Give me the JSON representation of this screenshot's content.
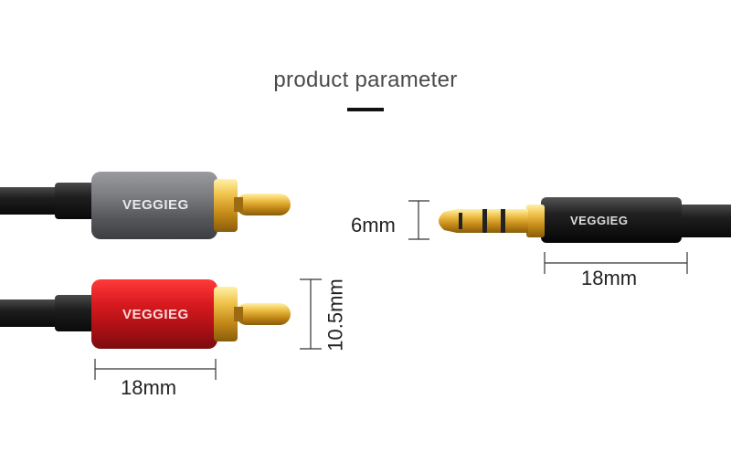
{
  "header": {
    "title": "product parameter"
  },
  "brand": {
    "logo_text": "VEGGIEG"
  },
  "dimensions": {
    "rca_length": "18mm",
    "rca_diameter": "10.5mm",
    "jack_diameter": "6mm",
    "jack_length": "18mm"
  },
  "colors": {
    "rca_grey": "#6e6f73",
    "rca_red": "#c8141a",
    "gold": "#d9a52b",
    "cable": "#1a1a1a",
    "accent": "#111111"
  }
}
